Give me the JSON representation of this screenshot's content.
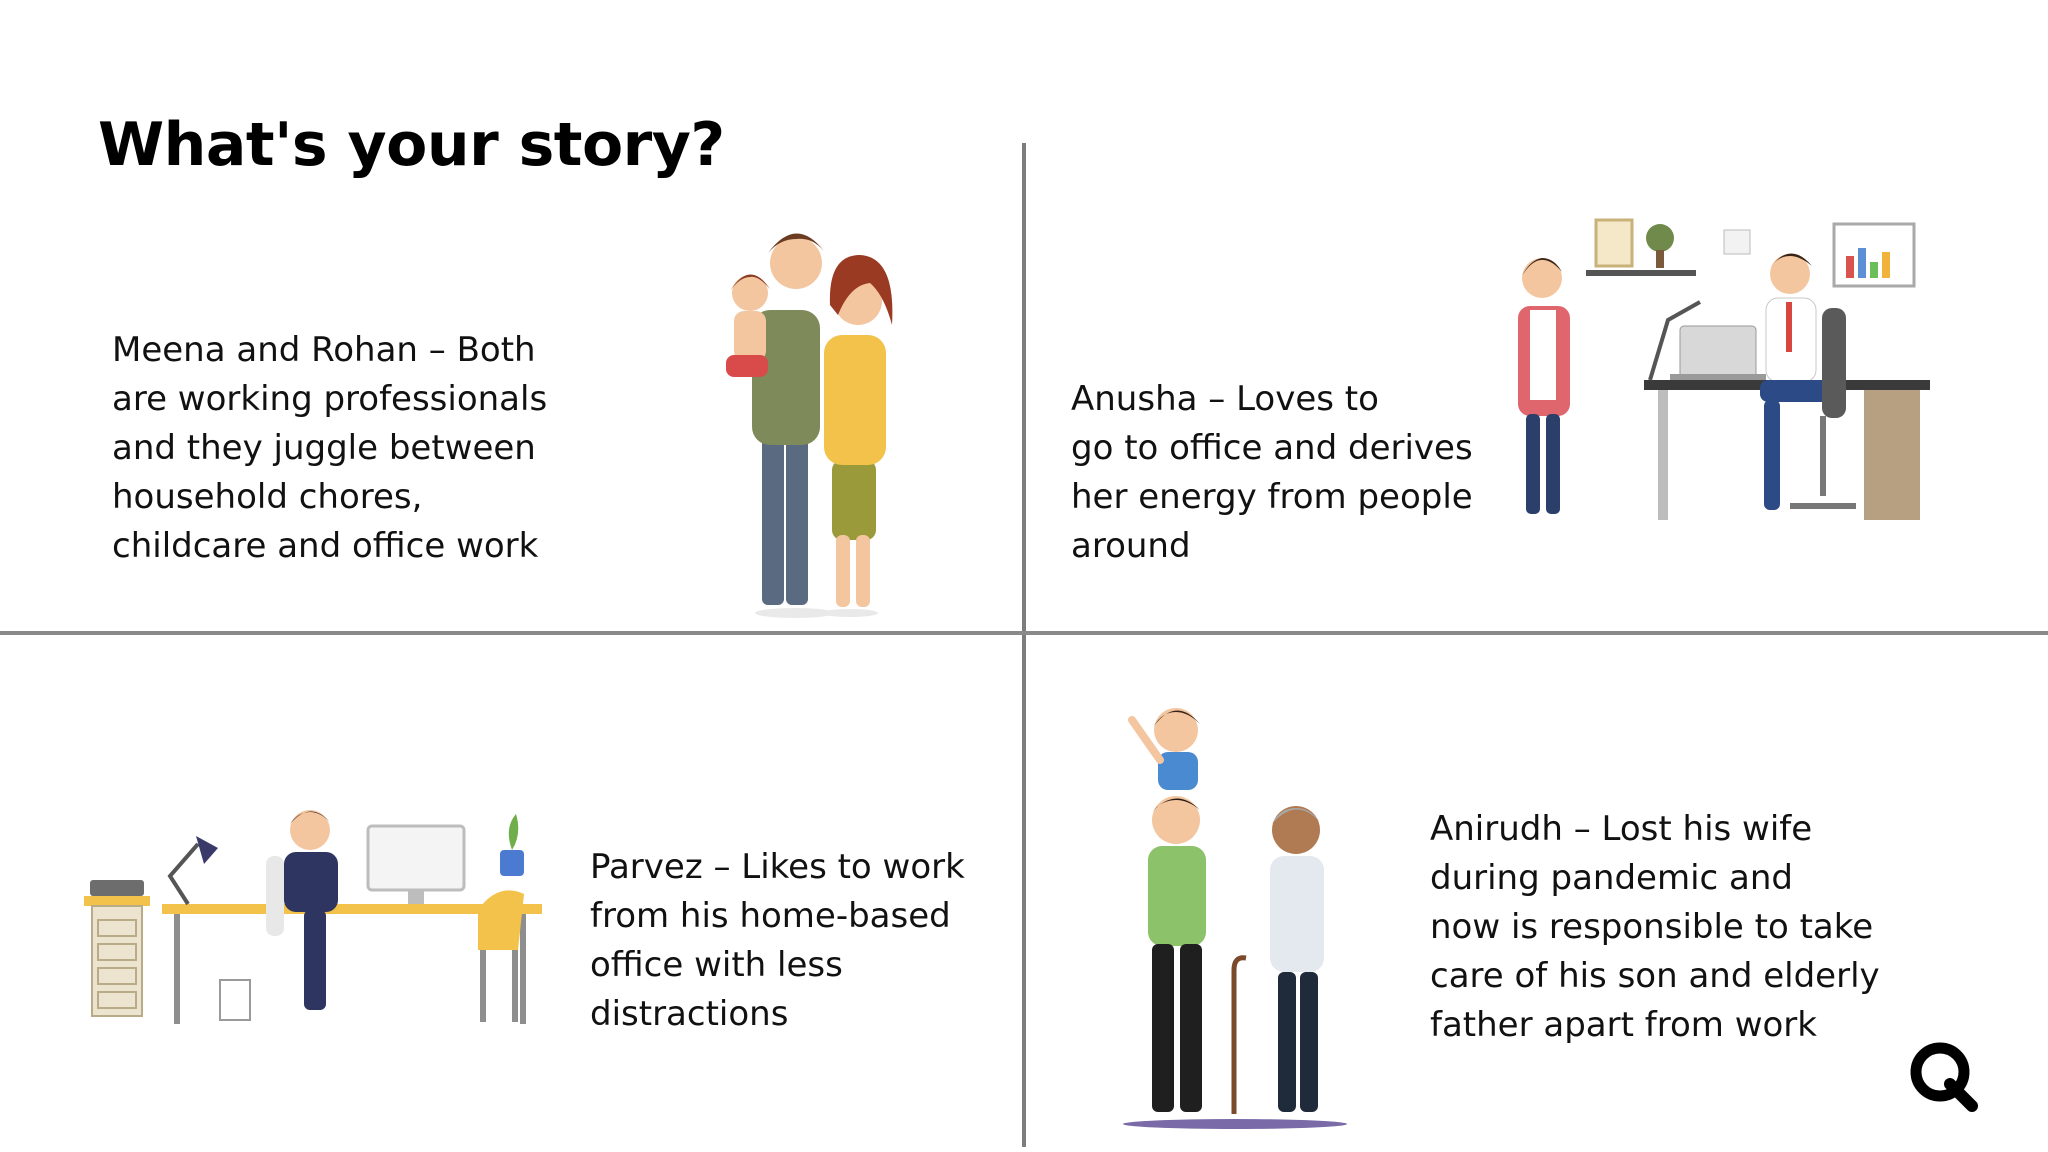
{
  "slide": {
    "title": "What's your story?",
    "stories": {
      "meena": {
        "lines": [
          "Meena and Rohan – Both",
          "are working professionals",
          "and they juggle between",
          "household chores,",
          "childcare and office work"
        ],
        "illustration": "family-couple-with-child-illustration"
      },
      "anusha": {
        "lines": [
          "Anusha  – Loves to",
          "go to office and derives",
          "her energy from people",
          "around"
        ],
        "illustration": "office-colleagues-illustration"
      },
      "parvez": {
        "lines": [
          "Parvez – Likes to work",
          "from his home-based",
          "office with less",
          "distractions"
        ],
        "illustration": "home-office-desk-illustration"
      },
      "anirudh": {
        "lines": [
          "Anirudh –  Lost his wife",
          "during pandemic and",
          "now is responsible to take",
          "care of his son and elderly",
          "father apart from work"
        ],
        "illustration": "three-generations-illustration"
      }
    },
    "logo": "q-logo-icon",
    "colors": {
      "divider": "#7d7d7d",
      "text": "#111111",
      "title": "#000000"
    }
  }
}
